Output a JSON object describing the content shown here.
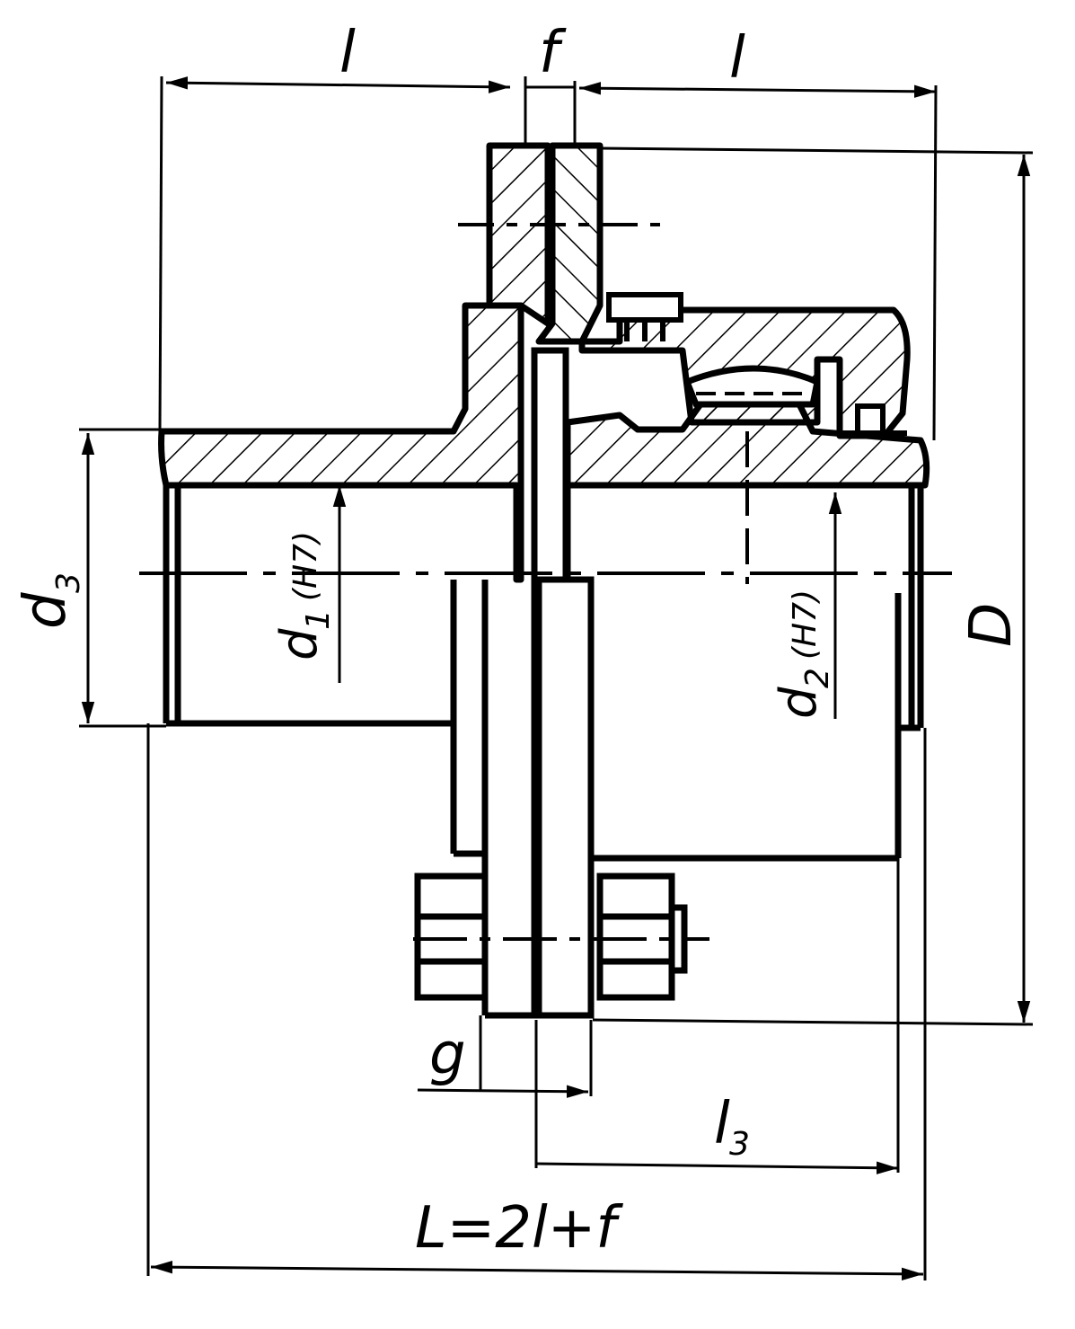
{
  "labels": {
    "l_left": "l",
    "f": "f",
    "l_right": "l",
    "d3": "d",
    "d3_sub": "3",
    "d1": "d",
    "d1_sub": "1",
    "d1_fit": "(H7)",
    "d2": "d",
    "d2_sub": "2",
    "d2_fit": "(H7)",
    "D": "D",
    "g": "g",
    "l3": "l",
    "l3_sub": "3",
    "L_formula": "L=2l+f"
  },
  "colors": {
    "ink": "#000000",
    "paper": "#ffffff"
  }
}
